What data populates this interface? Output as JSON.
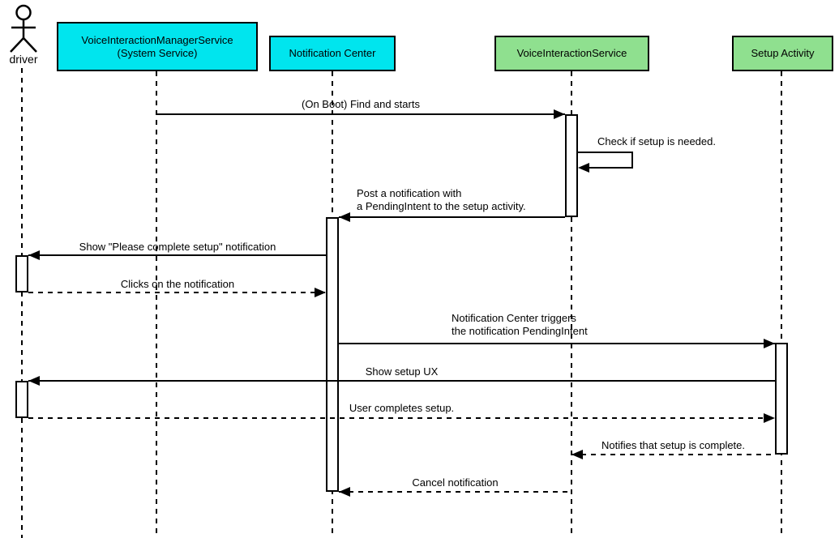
{
  "diagram": {
    "type": "uml-sequence",
    "background": "#ffffff",
    "colors": {
      "participant_cyan": "#00e5ee",
      "participant_green": "#8fe08f",
      "line": "#000000",
      "activation_fill": "#ffffff"
    },
    "participants": [
      {
        "id": "driver",
        "kind": "actor",
        "label": "driver"
      },
      {
        "id": "vims",
        "kind": "box",
        "color": "#00e5ee",
        "label": "VoiceInteractionManagerService\n(System Service)"
      },
      {
        "id": "nc",
        "kind": "box",
        "color": "#00e5ee",
        "label": "Notification Center"
      },
      {
        "id": "vis",
        "kind": "box",
        "color": "#8fe08f",
        "label": "VoiceInteractionService"
      },
      {
        "id": "sa",
        "kind": "box",
        "color": "#8fe08f",
        "label": "Setup Activity"
      }
    ],
    "messages": [
      {
        "from": "vims",
        "to": "vis",
        "style": "solid",
        "label": "(On Boot) Find and starts"
      },
      {
        "from": "vis",
        "to": "vis",
        "style": "solid-self",
        "label": "Check if setup is needed."
      },
      {
        "from": "vis",
        "to": "nc",
        "style": "solid",
        "label": "Post a notification with\na PendingIntent to the setup activity."
      },
      {
        "from": "nc",
        "to": "driver",
        "style": "solid",
        "label": "Show \"Please complete setup\" notification"
      },
      {
        "from": "driver",
        "to": "nc",
        "style": "dashed",
        "label": "Clicks on the notification"
      },
      {
        "from": "nc",
        "to": "sa",
        "style": "solid",
        "label": "Notification Center triggers\nthe notification PendingIntent"
      },
      {
        "from": "sa",
        "to": "driver",
        "style": "solid",
        "label": "Show setup UX"
      },
      {
        "from": "driver",
        "to": "sa",
        "style": "dashed",
        "label": "User completes setup."
      },
      {
        "from": "sa",
        "to": "vis",
        "style": "dashed",
        "label": "Notifies that setup is complete."
      },
      {
        "from": "vis",
        "to": "nc",
        "style": "dashed",
        "label": "Cancel notification"
      }
    ]
  }
}
